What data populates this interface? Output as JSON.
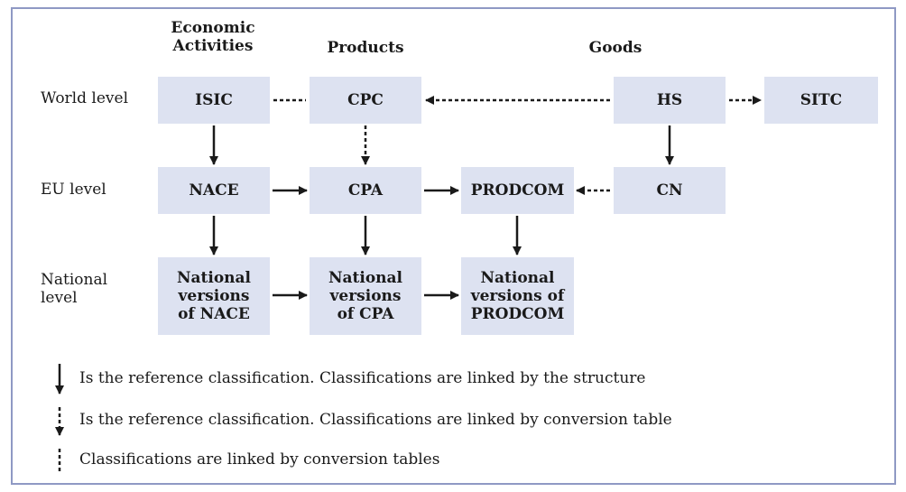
{
  "columns": {
    "economic": "Economic\nActivities",
    "products": "Products",
    "goods": "Goods"
  },
  "rows": {
    "world": "World level",
    "eu": "EU level",
    "national": "National\nlevel"
  },
  "boxes": {
    "isic": "ISIC",
    "cpc": "CPC",
    "hs": "HS",
    "sitc": "SITC",
    "nace": "NACE",
    "cpa": "CPA",
    "prodcom": "PRODCOM",
    "cn": "CN",
    "nat_nace": "National\nversions\nof NACE",
    "nat_cpa": "National\nversions\nof CPA",
    "nat_prodcom": "National\nversions of\nPRODCOM"
  },
  "legend": {
    "structure": "Is the reference classification. Classifications are linked by the structure",
    "conversion_table": "Is the reference classification. Classifications are linked by conversion table",
    "conversion_tables": "Classifications are linked by conversion tables"
  },
  "colors": {
    "box_fill": "#dde2f1",
    "border": "#8f99c4",
    "arrow": "#1a1a1a"
  }
}
